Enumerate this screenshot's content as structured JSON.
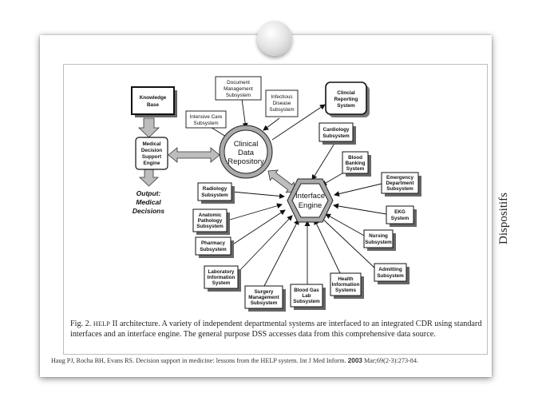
{
  "side_label": "Dispositifs",
  "diagram": {
    "knowledge_base": [
      "Knowledge",
      "Base"
    ],
    "mdss": [
      "Medical",
      "Decision",
      "Support",
      "Engine"
    ],
    "output": [
      "Output:",
      "Medical",
      "Decisions"
    ],
    "cdr": [
      "Clinical",
      "Data",
      "Repository"
    ],
    "interface_engine": [
      "Interface",
      "Engine"
    ],
    "intensive_care": [
      "Intensive Care",
      "Subsystem"
    ],
    "document_mgmt": [
      "Document",
      "Management",
      "Subsystem"
    ],
    "infectious": [
      "Infectious",
      "Disease",
      "Subsystem"
    ],
    "clinical_reporting": [
      "Clincial",
      "Reporting",
      "System"
    ],
    "cardiology": [
      "Cardiology",
      "Subsystem"
    ],
    "blood_banking": [
      "Blood",
      "Banking",
      "System"
    ],
    "emergency": [
      "Emergency",
      "Department",
      "Subsystem"
    ],
    "ekg": [
      "EKG",
      "System"
    ],
    "nursing": [
      "Nursing",
      "Subsystem"
    ],
    "admitting": [
      "Admitting",
      "Subsystem"
    ],
    "health_info": [
      "Health",
      "Information",
      "Systems"
    ],
    "blood_gas": [
      "Blood Gas",
      "Lab",
      "Subsystem"
    ],
    "surgery": [
      "Surgery",
      "Management",
      "Subsystem"
    ],
    "laboratory": [
      "Laboratory",
      "Information",
      "System"
    ],
    "pharmacy": [
      "Pharmacy",
      "Subsystem"
    ],
    "anatomic": [
      "Anatomic",
      "Pathology",
      "Subsystem"
    ],
    "radiology": [
      "Radiology",
      "Subsystem"
    ]
  },
  "caption": {
    "fig_prefix": "Fig. 2.",
    "help_word": "HELP",
    "text": "II architecture. A variety of independent departmental systems are interfaced to an integrated CDR using standard interfaces and an interface engine. The general purpose DSS accesses data from this comprehensive data source."
  },
  "citation": {
    "text": "Haug PJ, Rocha BH, Evans RS. Decision support in medicine: lessons from the HELP system. Int J Med Inform.",
    "year": "2003",
    "ref": "Mar;69(2-3):273-84."
  }
}
